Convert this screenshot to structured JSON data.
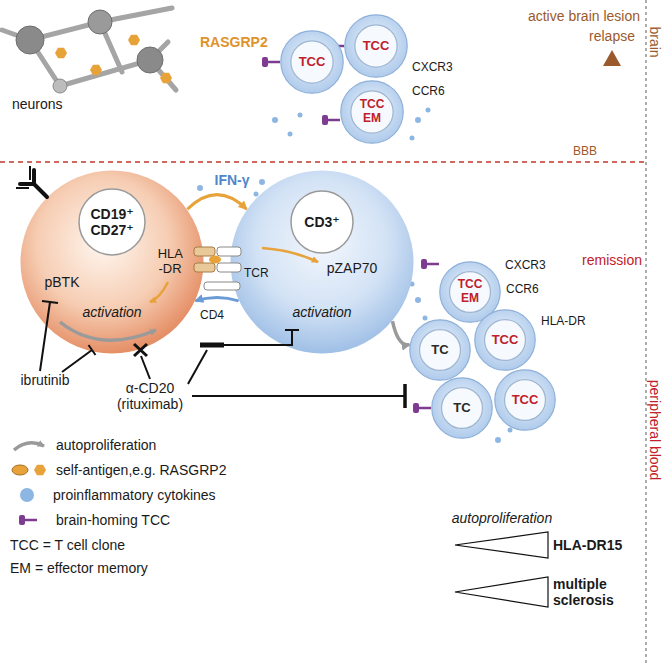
{
  "diagram": {
    "nodes": [
      {
        "text": [
          "TCC"
        ]
      },
      {
        "text": [
          "TCC"
        ]
      },
      {
        "text": [
          "TCC EM"
        ]
      },
      {
        "text": [
          "pBTK",
          "HLA -DR",
          "activation"
        ]
      },
      {
        "text": [
          "CD19⁺ CD27⁺"
        ],
        "in": 3
      },
      {
        "text": [
          "pZAP70",
          "activation"
        ]
      },
      {
        "text": [
          "CD3⁺"
        ],
        "in": 5
      },
      {
        "text": [
          "TCC EM"
        ]
      },
      {
        "text": [
          "TC"
        ]
      },
      {
        "text": [
          "TCC"
        ]
      },
      {
        "text": [
          "TC"
        ]
      },
      {
        "text": [
          "TCC"
        ]
      }
    ],
    "edges": [
      {
        "from": 3,
        "to": 5,
        "arrow": "to"
      },
      {
        "from": 5,
        "to": 3,
        "arrow": "to"
      },
      {
        "from": 5,
        "to": 8,
        "arrow": "to"
      }
    ],
    "labels": [
      "neurons",
      "RASGRP2",
      "CXCR3",
      "CCR6",
      "active brain lesion",
      "relapse",
      "brain",
      "BBB",
      "remission",
      "peripheral blood",
      "IFN-γ",
      "TCR",
      "CD4",
      "ibrutinib",
      "α-CD20 (rituximab)",
      "CXCR3",
      "CCR6",
      "HLA-DR",
      "autoproliferation",
      "HLA-DR15",
      "multiple sclerosis"
    ],
    "legend": [
      {
        "text": "autoproliferation"
      },
      {
        "text": "self-antigen,e.g. RASGRP2"
      },
      {
        "text": "proinflammatory cytokines",
        "color": "#8db6e3"
      },
      {
        "text": "brain-homing TCC"
      },
      {
        "text": "TCC = T cell clone"
      },
      {
        "text": "EM = effector memory"
      }
    ]
  }
}
